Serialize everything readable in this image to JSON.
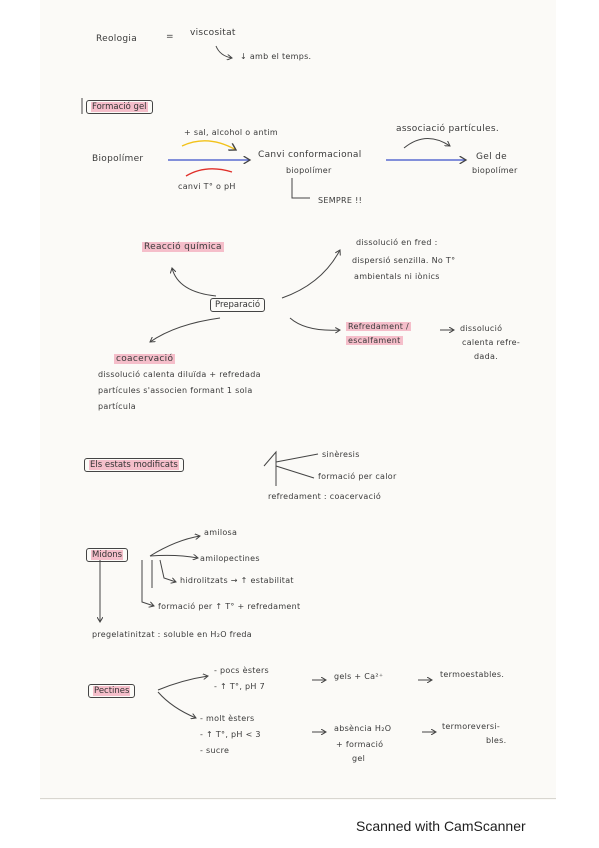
{
  "footer": "Scanned with CamScanner",
  "colors": {
    "highlight": "#f08ca5",
    "arrow_blue": "#3a4fc8",
    "arrow_yellow": "#f2c21a",
    "arrow_red": "#e0302a"
  },
  "notes": {
    "reologia": "Reologia",
    "eq": "=",
    "viscositat": "viscositat",
    "amb_temps": "↓ amb el temps.",
    "formacio_gel": "Formació gel",
    "sal_alcohol": "+ sal, alcohol o antim",
    "biopolimer": "Biopolímer",
    "canvi_conf": "Canvi conformacional",
    "biopolimer2": "biopolímer",
    "canvi_t_ph": "canvi T° o pH",
    "sempre": "SEMPRE !!",
    "associacio": "associació partícules.",
    "gel_de": "Gel de",
    "biopolimer3": "biopolímer",
    "reaccio": "Reacció química",
    "dissolucio_fred": "dissolució en fred :",
    "dispersio": "dispersió senzilla. No T°",
    "ambientals": "ambientals ni iònics",
    "preparacio": "Preparació",
    "refredament": "Refredament /",
    "escalfament": "escalfament",
    "dissolucio2": "dissolució",
    "calenta_refre": "calenta refre-",
    "dada": "dada.",
    "coacervacio": "coacervació",
    "dissolucio_calenta": "dissolució calenta diluïda + refredada",
    "particules_associen": "partícules s'associen formant 1 sola",
    "particula": "partícula",
    "els_estats": "Els estats modificats",
    "sinteresis": "sinèresis",
    "formacio_per_calor": "formació per calor",
    "refredament_coacervacio": "refredament : coacervació",
    "midons": "Midons",
    "amilosa": "amilosa",
    "amilopectines": "amilopectines",
    "hidrolitzats": "hidrolitzats → ↑ estabilitat",
    "formacio_tt": "formació per ↑ T° + refredament",
    "pregelatinitzat": "pregelatinitzat : soluble en H₂O freda",
    "pectines": "Pectines",
    "poc_esters": "- pocs èsters",
    "tt_ph7": "- ↑ T°, pH 7",
    "gels_ca": "gels + Ca²⁺",
    "termoestables": "termoestables.",
    "molt_esters": "- molt èsters",
    "tt_ph3": "- ↑ T°, pH < 3",
    "sucre": "- sucre",
    "absencia": "absència H₂O",
    "formacio_gel2": "+ formació",
    "gel_word": "gel",
    "termoreversi": "termoreversi-",
    "bles": "bles."
  }
}
